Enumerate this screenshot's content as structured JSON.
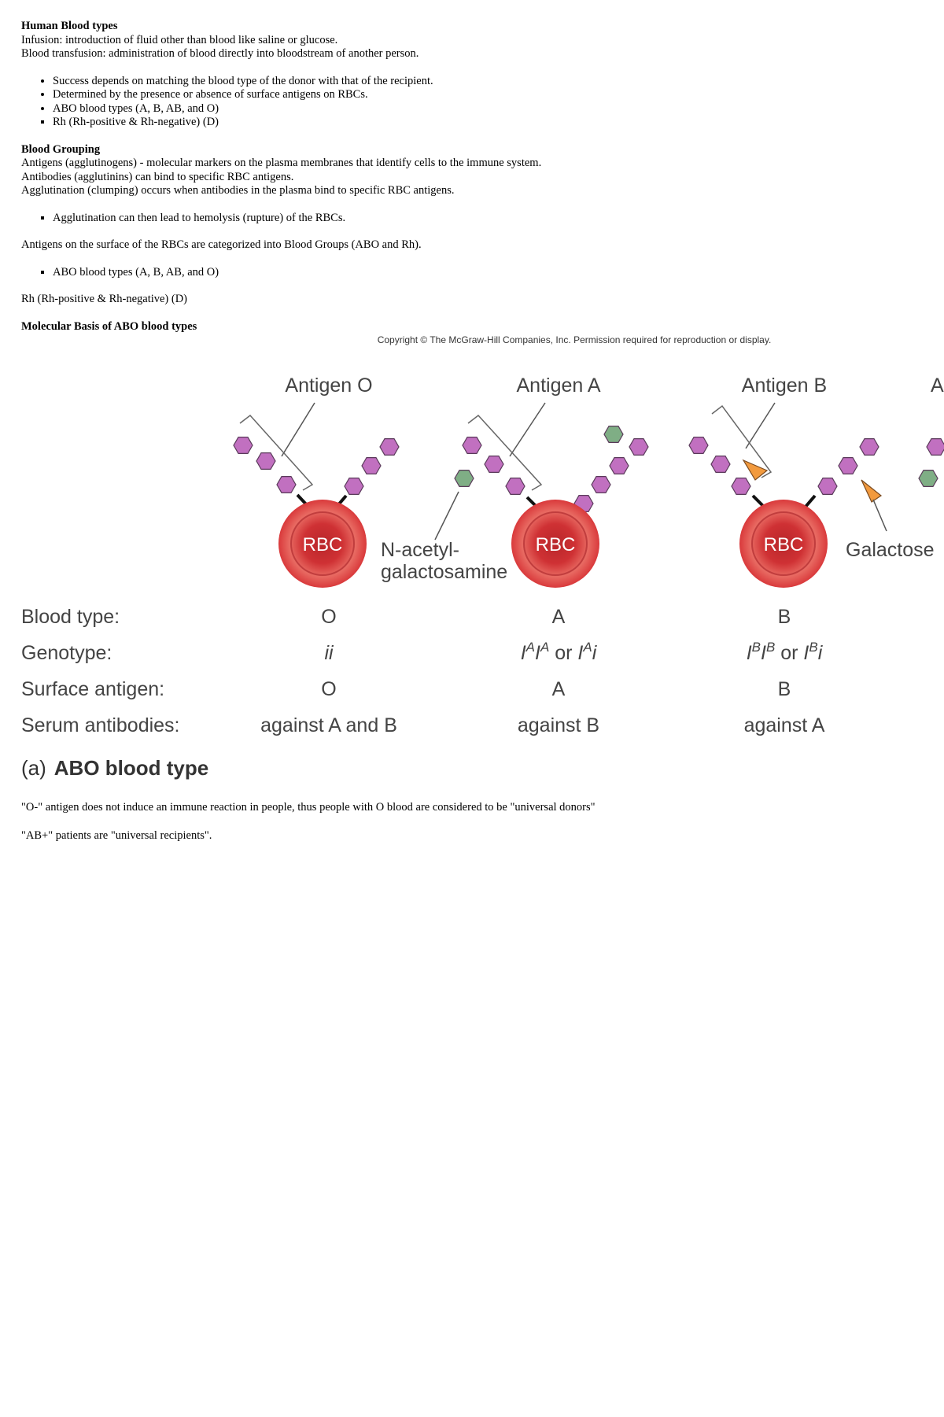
{
  "section1": {
    "title": "Human Blood types",
    "lines": [
      "Infusion: introduction of fluid other than blood like saline or glucose.",
      "Blood transfusion: administration of blood directly into bloodstream of another person."
    ],
    "bullets_disc": [
      "Success depends on matching the blood type of the donor with that of the recipient.",
      "Determined by the presence or absence of surface antigens on RBCs.",
      "ABO blood types (A, B, AB, and O)"
    ],
    "bullets_square": [
      "Rh (Rh-positive & Rh-negative) (D)"
    ]
  },
  "section2": {
    "title": "Blood Grouping",
    "lines": [
      "Antigens (agglutinogens) - molecular markers on the plasma membranes that identify cells to the immune system.",
      "Antibodies (agglutinins) can bind to specific RBC antigens.",
      "Agglutination (clumping) occurs when antibodies in the plasma bind to specific RBC antigens."
    ],
    "bullet_agglutination": "Agglutination can then lead to hemolysis (rupture) of the RBCs.",
    "para_antigens": "Antigens on the surface of the RBCs are categorized into Blood Groups (ABO and Rh).",
    "bullet_abo": "ABO blood types (A, B, AB, and O)",
    "para_rh": "Rh (Rh-positive & Rh-negative) (D)"
  },
  "section3": {
    "title": "Molecular Basis of ABO blood types"
  },
  "figure": {
    "copyright": "Copyright © The McGraw-Hill Companies, Inc. Permission required for reproduction or display.",
    "antigen_labels": [
      "Antigen O",
      "Antigen A",
      "Antigen B",
      "A"
    ],
    "rbc_label": "RBC",
    "nacetyl_line1": "N-acetyl-",
    "nacetyl_line2": "galactosamine",
    "galactose_label": "Galactose",
    "row_labels": {
      "blood_type": "Blood type:",
      "genotype": "Genotype:",
      "surface_antigen": "Surface antigen:",
      "serum_antibodies": "Serum antibodies:"
    },
    "columns": [
      {
        "blood_type": "O",
        "genotype": "ii",
        "surface_antigen": "O",
        "serum_antibodies": "against A and B"
      },
      {
        "blood_type": "A",
        "genotype_parts": [
          "I",
          "A",
          "I",
          "A",
          " or ",
          "I",
          "A",
          "i"
        ],
        "surface_antigen": "A",
        "serum_antibodies": "against B"
      },
      {
        "blood_type": "B",
        "genotype_parts": [
          "I",
          "B",
          "I",
          "B",
          " or ",
          "I",
          "B",
          "i"
        ],
        "surface_antigen": "B",
        "serum_antibodies": "against A"
      }
    ],
    "caption_prefix": "(a)",
    "caption": "ABO blood type",
    "colors": {
      "sugar_purple": "#c170c0",
      "sugar_green": "#7fae85",
      "galactose_orange": "#f29a3e",
      "rbc_red": "#d9393b"
    }
  },
  "notes": [
    "\"O-\" antigen does not induce an immune reaction in people, thus people with O blood are considered to be \"universal donors\"",
    "\"AB+\" patients are \"universal recipients\"."
  ]
}
